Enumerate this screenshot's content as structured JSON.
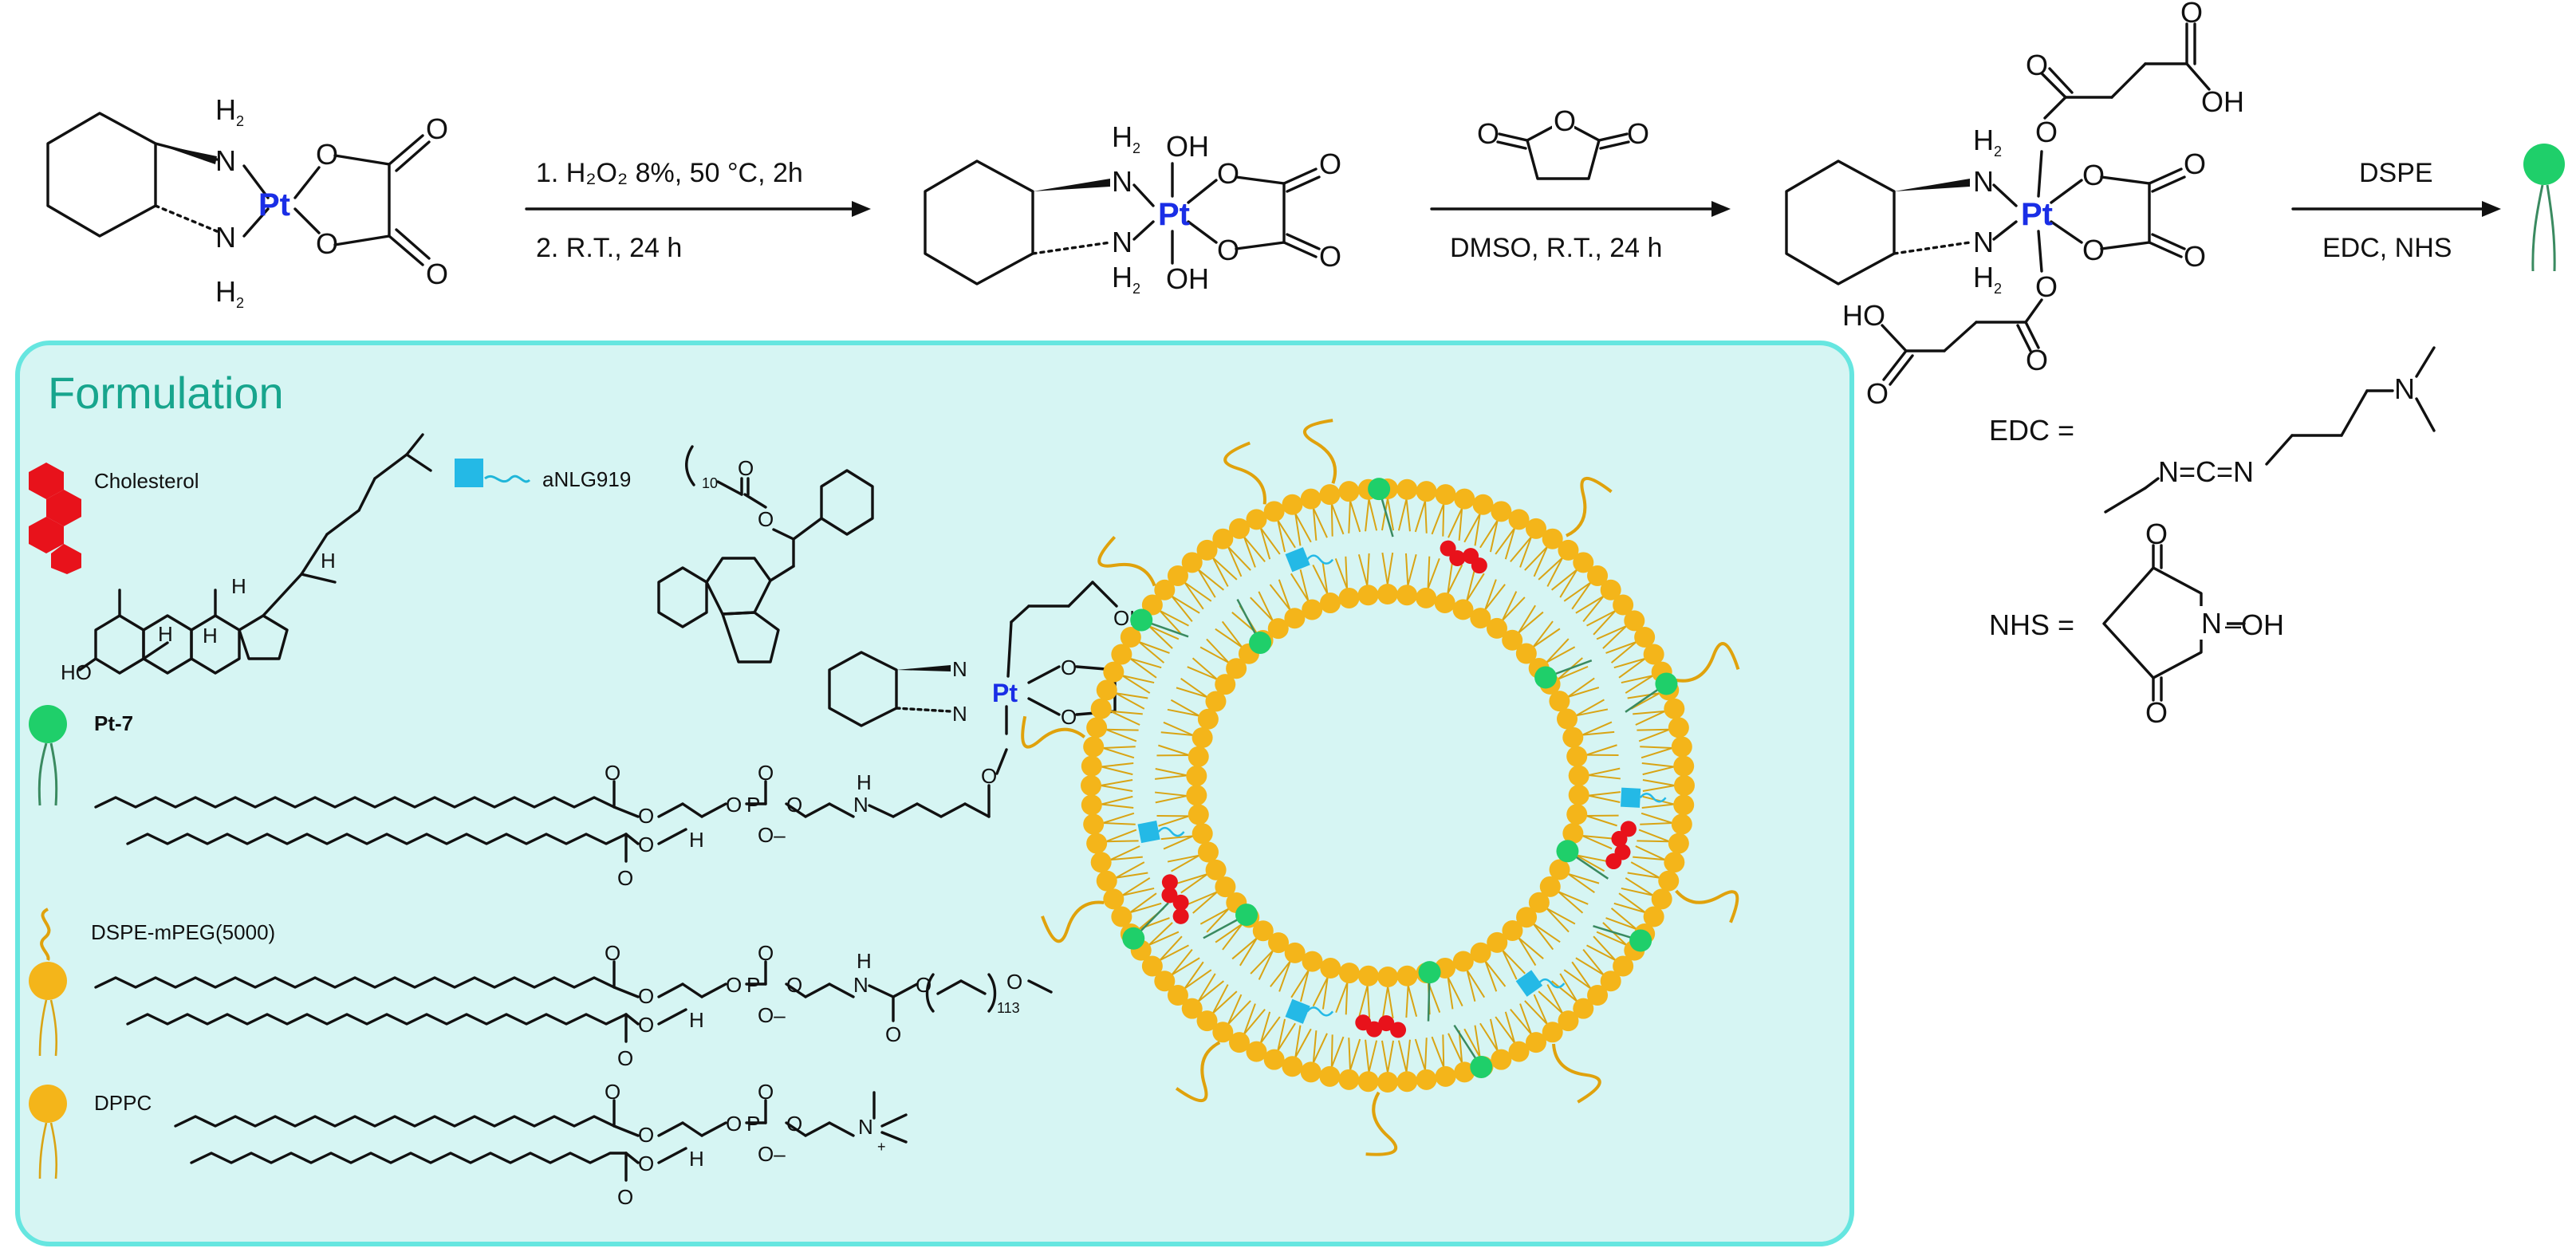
{
  "reaction": {
    "reagent1": {
      "H": "H",
      "two": "2",
      "N": "N",
      "O": "O",
      "Pt": "Pt"
    },
    "step1": {
      "line1": "1. H₂O₂ 8%, 50 °C, 2h",
      "line2": "2. R.T., 24 h"
    },
    "step2_intermediate": {
      "OH": "OH"
    },
    "step2": {
      "line1": "DMSO, R.T., 24 h"
    },
    "step3_product": {
      "OH": "OH",
      "HO": "HO"
    },
    "step3": {
      "line1": "DSPE",
      "line2": "EDC, NHS"
    }
  },
  "reagents": {
    "edc_label": "EDC =",
    "edc_formula": "N=C=N",
    "nhs_label": "NHS =",
    "nhs_N": "N",
    "nhs_OH": "–OH",
    "O": "O"
  },
  "formulation": {
    "title": "Formulation",
    "legend": {
      "cholesterol": "Cholesterol",
      "anlg": "aNLG919",
      "pt7": "Pt-7",
      "dspe_mpeg": "DSPE-mPEG(5000)",
      "dppc": "DPPC"
    },
    "cholesterol_atoms": {
      "HO": "HO",
      "H": "H"
    },
    "anlg_atoms": {
      "sub10": "10",
      "O": "O"
    },
    "pt7_atoms": {
      "OH": "OH",
      "N": "N",
      "H": "H",
      "P": "P",
      "O": "O",
      "Ominus": "O–"
    },
    "peg_atoms": {
      "sub113": "113",
      "Me": "O"
    },
    "dppc_atoms": {
      "N": "N",
      "plus": "+"
    }
  },
  "colors": {
    "panel_fill": "#d6f5f3",
    "panel_border": "#66e6e0",
    "title_color": "#17a58d",
    "platinum": "#1a2ee6",
    "cholesterol": "#e8121b",
    "anlg": "#24b9e6",
    "pt7_head": "#1fcf6a",
    "lipid_head": "#f4b51a"
  }
}
